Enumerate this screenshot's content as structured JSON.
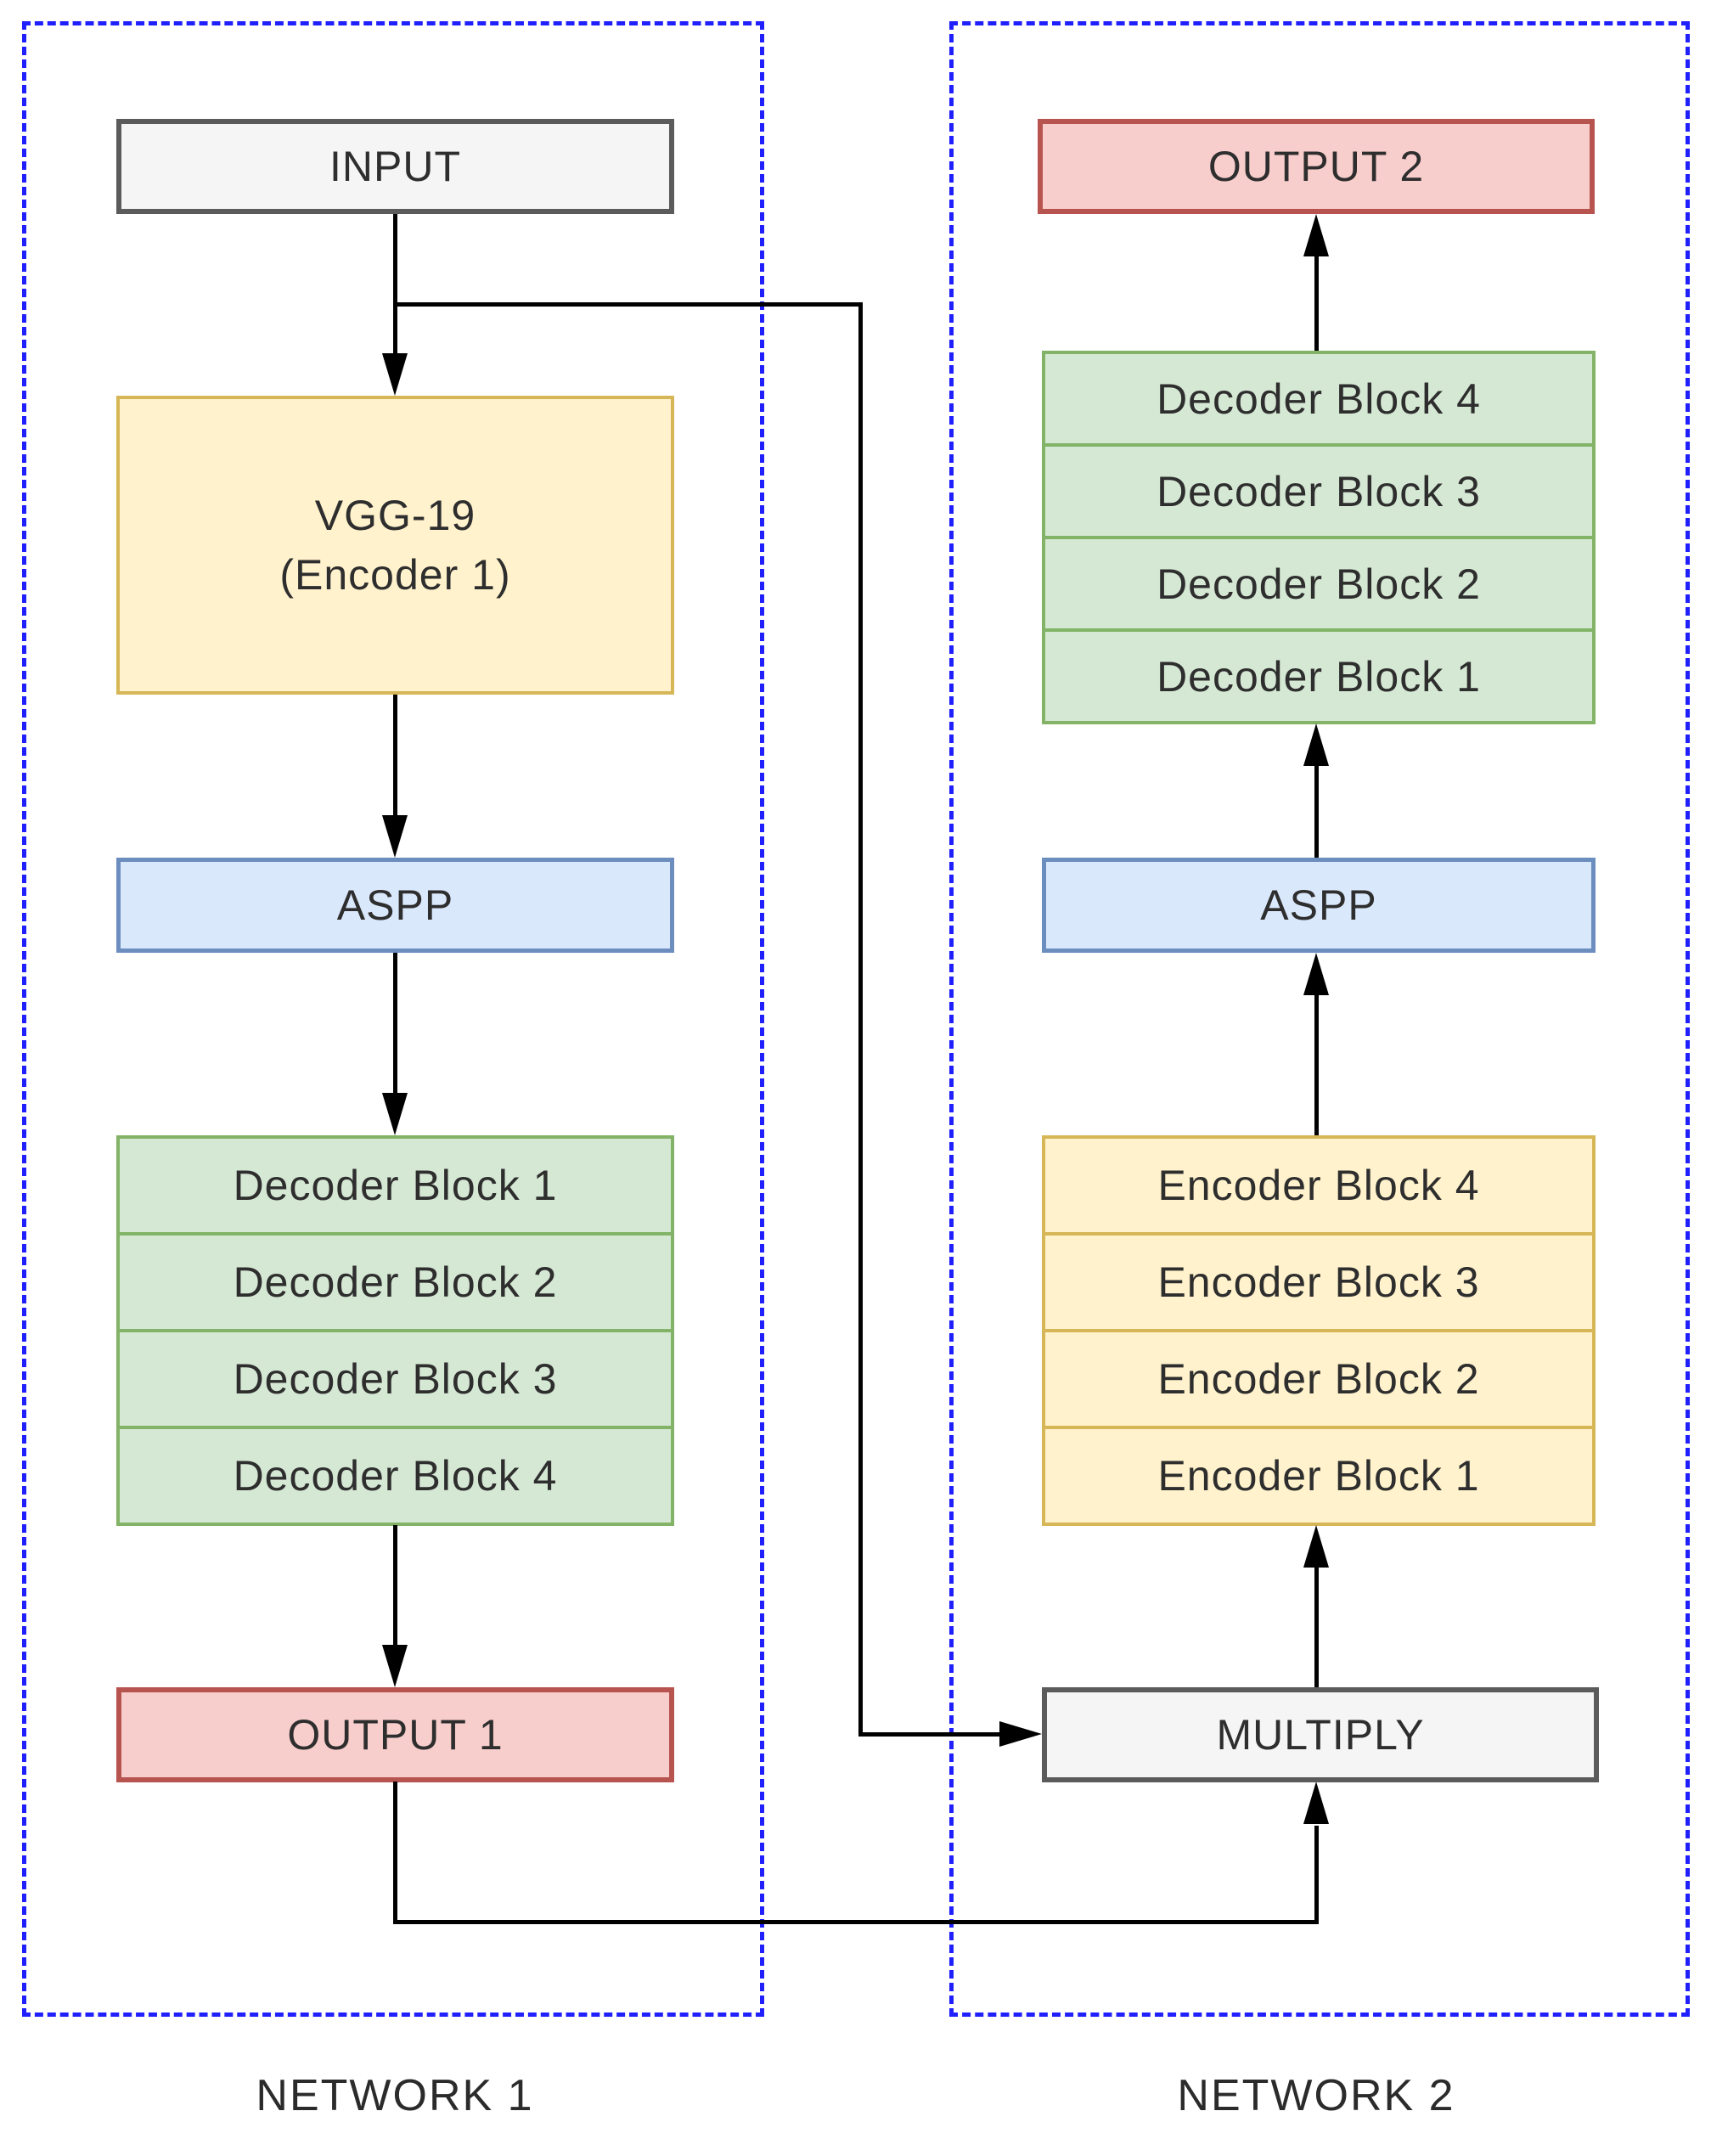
{
  "network1": {
    "label": "NETWORK 1",
    "input_label": "INPUT",
    "encoder_label": "VGG-19",
    "encoder_sublabel": "(Encoder 1)",
    "aspp_label": "ASPP",
    "decoder_blocks": [
      "Decoder Block 1",
      "Decoder Block 2",
      "Decoder Block 3",
      "Decoder Block 4"
    ],
    "output_label": "OUTPUT 1"
  },
  "network2": {
    "label": "NETWORK 2",
    "output_label": "OUTPUT 2",
    "decoder_blocks": [
      "Decoder Block 4",
      "Decoder Block 3",
      "Decoder Block 2",
      "Decoder Block 1"
    ],
    "aspp_label": "ASPP",
    "encoder_blocks": [
      "Encoder Block 4",
      "Encoder Block 3",
      "Encoder Block 2",
      "Encoder Block 1"
    ],
    "multiply_label": "MULTIPLY"
  },
  "colors": {
    "frame_dash": "#2020ff",
    "line": "#000000",
    "gray_fill": "#f5f5f5",
    "gray_border": "#5b5b5b",
    "yellow_fill": "#fff2cc",
    "yellow_border": "#d6b656",
    "blue_fill": "#dae8fc",
    "blue_border": "#6c8ebf",
    "green_fill": "#d5e8d4",
    "green_border": "#82b366",
    "red_fill": "#f8cecc",
    "red_border": "#b85450"
  }
}
